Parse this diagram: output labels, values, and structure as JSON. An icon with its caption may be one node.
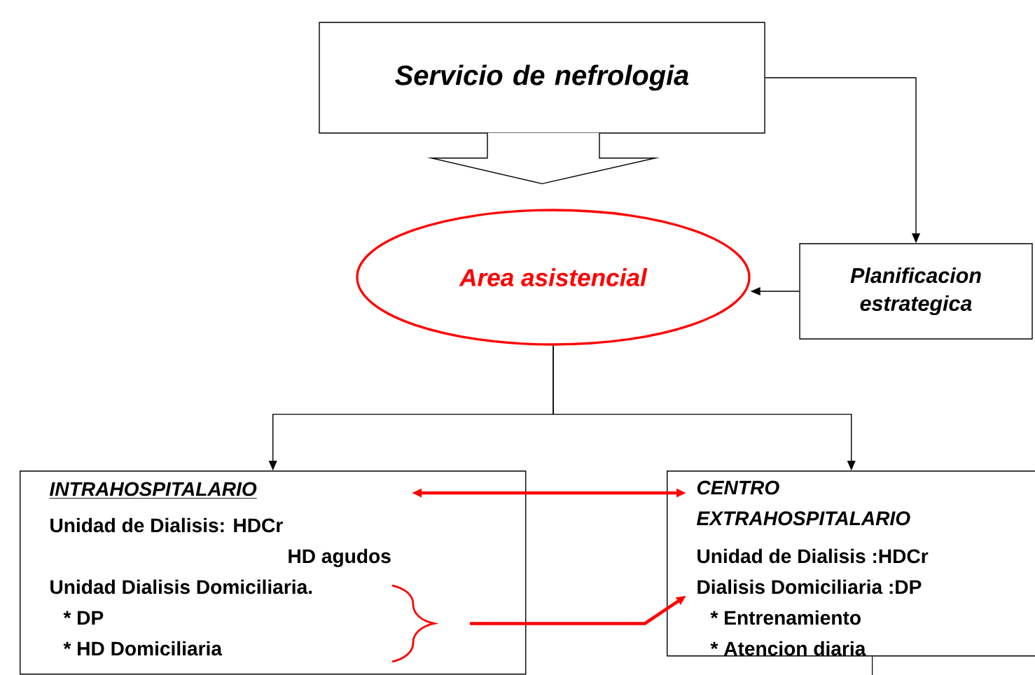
{
  "diagram": {
    "nodes": [
      {
        "text": [
          "Servicio de nefrologia"
        ]
      },
      {
        "text": [
          "Area asistencial"
        ]
      },
      {
        "text": [
          "Planificacion estrategica"
        ]
      },
      {
        "text": [
          "INTRAHOSPITALARIO",
          "Unidad de Dialisis:  HDCr",
          "HD agudos",
          "Unidad Dialisis Domiciliaria.",
          "* DP",
          "* HD Domiciliaria"
        ]
      },
      {
        "text": [
          "CENTRO EXTRAHOSPITALARIO",
          "Unidad de Dialisis :HDCr",
          "Dialisis Domiciliaria :DP",
          "* Entrenamiento",
          "* Atencion diaria"
        ]
      },
      {
        "text": [],
        "shape": "brace",
        "in": 3
      }
    ],
    "edges": [
      {
        "from": 0,
        "to": 1,
        "arrow": "to",
        "style": "thick"
      },
      {
        "from": 0,
        "to": 2,
        "arrow": "to"
      },
      {
        "from": 2,
        "to": 1,
        "arrow": "to"
      },
      {
        "from": 1,
        "to": 3,
        "arrow": "to"
      },
      {
        "from": 1,
        "to": 4,
        "arrow": "to"
      },
      {
        "from": 3,
        "to": 4,
        "arrow": "both",
        "style": "thick",
        "color": "#ff0000"
      },
      {
        "from": 5,
        "to": 4,
        "arrow": "to",
        "style": "thick",
        "color": "#ff0000"
      },
      {
        "from": 4,
        "to": null,
        "arrow": "none"
      }
    ]
  }
}
